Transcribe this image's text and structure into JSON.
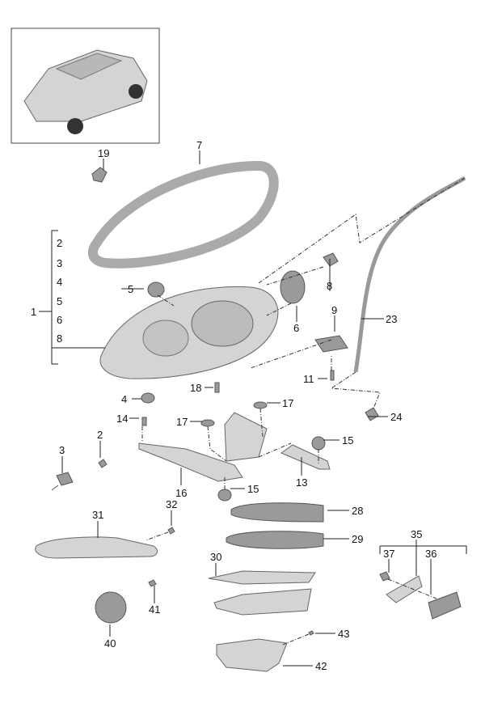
{
  "title": "Headlight parts diagram",
  "colors": {
    "part": "#d4d4d4",
    "line": "#222222"
  },
  "labels": {
    "p19": "19",
    "p7": "7",
    "b2": "2",
    "b3": "3",
    "b4": "4",
    "b5": "5",
    "b6": "6",
    "b8": "8",
    "p1": "1",
    "p5": "5",
    "p8": "8",
    "p6": "6",
    "p9": "9",
    "p23": "23",
    "p11": "11",
    "p18": "18",
    "p4": "4",
    "p17a": "17",
    "p17b": "17",
    "p14": "14",
    "p2": "2",
    "p3": "3",
    "p15a": "15",
    "p16": "16",
    "p15b": "15",
    "p13": "13",
    "p24": "24",
    "p28": "28",
    "p29": "29",
    "p31": "31",
    "p32": "32",
    "p30": "30",
    "p35": "35",
    "p37": "37",
    "p36": "36",
    "p41": "41",
    "p40": "40",
    "p43": "43",
    "p42": "42"
  }
}
